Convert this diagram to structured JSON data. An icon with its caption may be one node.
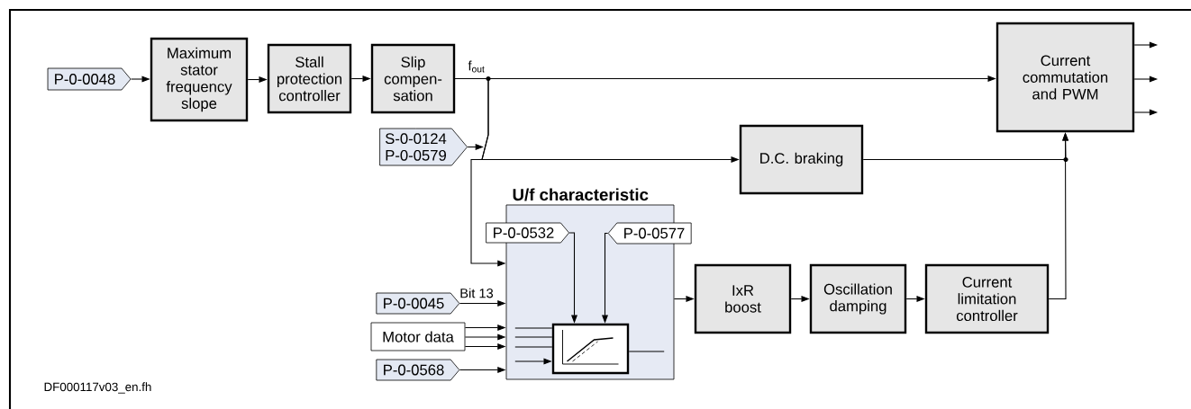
{
  "diagram": {
    "nodes": [
      {
        "text": [
          "P-0-0048"
        ]
      },
      {
        "text": [
          "Maximum stator frequency slope"
        ]
      },
      {
        "text": [
          "Stall protection controller"
        ]
      },
      {
        "text": [
          "Slip compen-sation"
        ]
      },
      {
        "text": [
          "Current commutation and PWM"
        ]
      },
      {
        "text": [
          "S-0-0124",
          "P-0-0579"
        ]
      },
      {
        "text": [
          "D.C. braking"
        ]
      },
      {
        "text": [
          "U/f characteristic"
        ]
      },
      {
        "text": [
          "P-0-0532"
        ]
      },
      {
        "text": [
          "P-0-0577"
        ]
      },
      {
        "text": [],
        "shape": "box",
        "in": 7
      },
      {
        "text": [
          "IxR boost"
        ]
      },
      {
        "text": [
          "Oscillation damping"
        ]
      },
      {
        "text": [
          "Current limitation controller"
        ]
      },
      {
        "text": [
          "P-0-0045"
        ]
      },
      {
        "text": [
          "Motor data"
        ]
      },
      {
        "text": [
          "P-0-0568"
        ]
      }
    ],
    "edges": [
      {
        "from": 0,
        "to": 1,
        "arrow": "to"
      },
      {
        "from": 1,
        "to": 2,
        "arrow": "to"
      },
      {
        "from": 2,
        "to": 3,
        "arrow": "to"
      },
      {
        "from": 3,
        "to": 4,
        "arrow": "to",
        "label": "f$_{out}$"
      },
      {
        "from": 3,
        "to": 6,
        "arrow": "to"
      },
      {
        "from": 3,
        "to": 7,
        "arrow": "to"
      },
      {
        "from": 5,
        "to": null,
        "arrow": "to"
      },
      {
        "from": 6,
        "to": 4,
        "arrow": "to"
      },
      {
        "from": 13,
        "to": 4,
        "arrow": "to"
      },
      {
        "from": 8,
        "to": 10,
        "arrow": "to"
      },
      {
        "from": 9,
        "to": 10,
        "arrow": "to"
      },
      {
        "from": 14,
        "to": 7,
        "arrow": "to",
        "label": "Bit 13"
      },
      {
        "from": 15,
        "to": 7,
        "arrow": "to"
      },
      {
        "from": 15,
        "to": 7,
        "arrow": "to"
      },
      {
        "from": 15,
        "to": 7,
        "arrow": "to"
      },
      {
        "from": 16,
        "to": 7,
        "arrow": "to"
      },
      {
        "from": 7,
        "to": 11,
        "arrow": "to"
      },
      {
        "from": 11,
        "to": 12,
        "arrow": "to"
      },
      {
        "from": 12,
        "to": 13,
        "arrow": "to"
      },
      {
        "from": 4,
        "to": null,
        "arrow": "to"
      },
      {
        "from": 4,
        "to": null,
        "arrow": "to"
      },
      {
        "from": 4,
        "to": null,
        "arrow": "to"
      },
      {
        "from": null,
        "to": 10,
        "arrow": "none"
      },
      {
        "from": null,
        "to": 10,
        "arrow": "none"
      },
      {
        "from": null,
        "to": 10,
        "arrow": "none"
      },
      {
        "from": null,
        "to": 10,
        "arrow": "to"
      },
      {
        "from": 10,
        "to": null,
        "arrow": "none"
      }
    ],
    "labels": [
      "DF000117v03_en.fh"
    ]
  }
}
